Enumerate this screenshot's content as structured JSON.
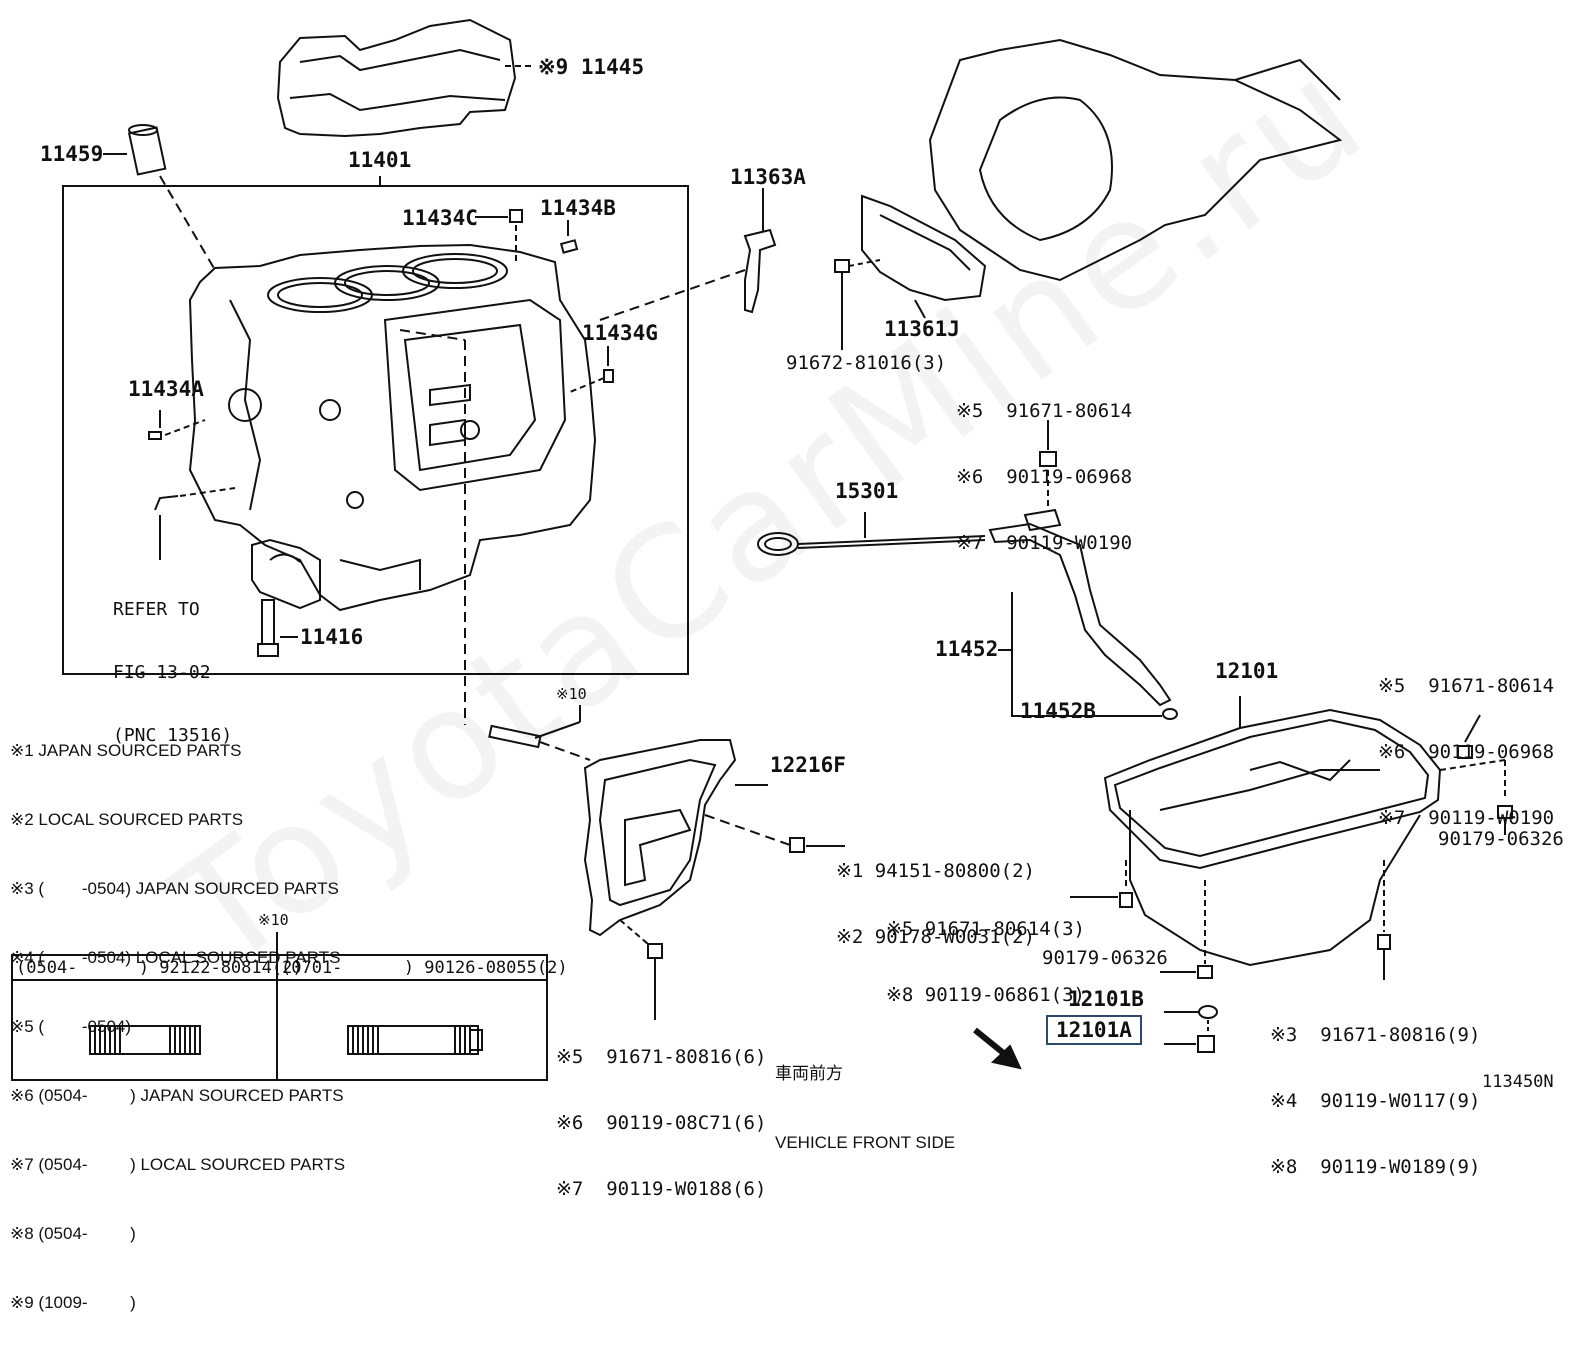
{
  "watermark": "ToyotaCarMine.ru",
  "figure_id": "113450N",
  "labels": {
    "p11445": "※9 11445",
    "p11459": "11459",
    "p11401": "11401",
    "p11434C": "11434C",
    "p11434B": "11434B",
    "p11434G": "11434G",
    "p11434A": "11434A",
    "p11416": "11416",
    "p11363A": "11363A",
    "p11361J": "11361J",
    "p91672": "91672-81016(3)",
    "p15301": "15301",
    "p11452": "11452",
    "p11452B": "11452B",
    "p12101": "12101",
    "p12216F": "12216F",
    "p90179a": "90179-06326",
    "p90179b": "90179-06326",
    "p12101B": "12101B",
    "p12101A": "12101A",
    "mark10a": "※10",
    "mark10b": "※10"
  },
  "refer_to": [
    "REFER TO",
    "FIG 13-02",
    "(PNC 13516)"
  ],
  "groups": {
    "top_bolt": [
      "※5  91671-80614",
      "※6  90119-06968",
      "※7  90119-W0190"
    ],
    "right_bolt": [
      "※5  91671-80614",
      "※6  90119-06968",
      "※7  90119-W0190"
    ],
    "nut_pair": [
      "※1 94151-80800(2)",
      "※2 90178-W0031(2)"
    ],
    "pan_left": [
      "※5 91671-80614(3)",
      "※8 90119-06861(3)"
    ],
    "pan_bottom": [
      "※3  91671-80816(9)",
      "※4  90119-W0117(9)",
      "※8  90119-W0189(9)"
    ],
    "plate_bolt": [
      "※5  91671-80816(6)",
      "※6  90119-08C71(6)",
      "※7  90119-W0188(6)"
    ]
  },
  "legend_notes": [
    "※1 JAPAN SOURCED PARTS",
    "※2 LOCAL SOURCED PARTS",
    "※3 (        -0504) JAPAN SOURCED PARTS",
    "※4 (        -0504) LOCAL SOURCED PARTS",
    "※5 (        -0504)",
    "※6 (0504-         ) JAPAN SOURCED PARTS",
    "※7 (0504-         ) LOCAL SOURCED PARTS",
    "※8 (0504-         )",
    "※9 (1009-         )"
  ],
  "stud_table": {
    "left_header": "(0504-      ) 92122-80814(2)",
    "right_header": "(0701-      ) 90126-08055(2)"
  },
  "front_label": [
    "車両前方",
    "VEHICLE FRONT SIDE"
  ]
}
